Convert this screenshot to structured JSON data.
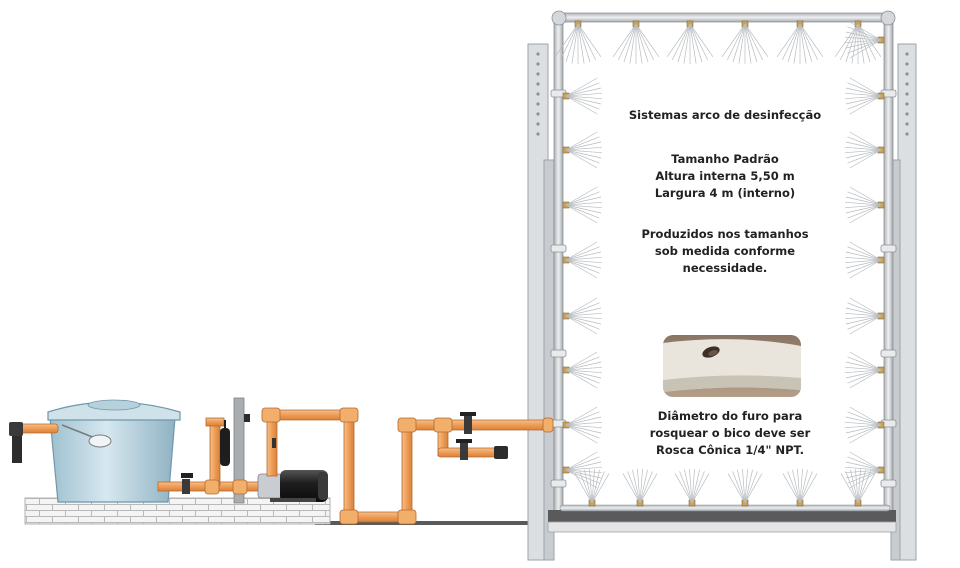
{
  "title": "Sistemas arco de desinfecção",
  "standard_lines": [
    "Tamanho Padrão",
    "Altura interna 5,50 m",
    "Largura 4 m (interno)"
  ],
  "custom_lines": [
    "Produzidos nos tamanhos",
    "sob medida conforme",
    "necessidade."
  ],
  "hole_lines": [
    "Diâmetro do furo para",
    "rosquear o bico deve ser",
    "Rosca Cônica 1/4\" NPT."
  ],
  "colors": {
    "pipe_orange": "#f0a35e",
    "pipe_gray": "#c5c8cc",
    "tank_blue": "#bcd5e0",
    "ground": "#5a5a5a",
    "frame_gray": "#d9dcdf",
    "nozzle_brass": "#c9a25a"
  },
  "icons": [
    "water-tank",
    "pump-motor",
    "valve",
    "filter",
    "spray-nozzle",
    "pipe-photo"
  ]
}
